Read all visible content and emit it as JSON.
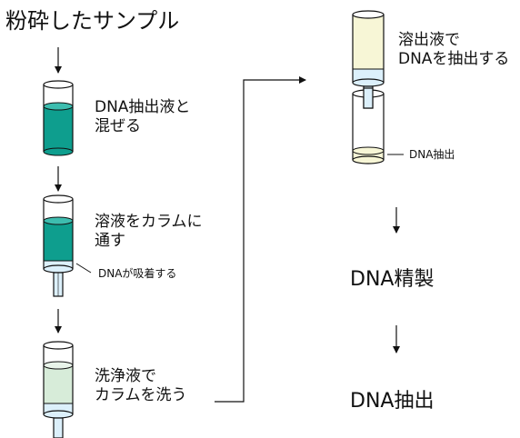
{
  "title": "粉砕したサンプル",
  "steps": [
    {
      "label": "DNA抽出液と\n混ぜる"
    },
    {
      "label": "溶液をカラムに\n通す",
      "note": "DNAが吸着する"
    },
    {
      "label": "洗浄液で\nカラムを洗う"
    },
    {
      "label": "溶出液で\nDNAを抽出する",
      "note": "DNA抽出"
    }
  ],
  "stage2": "DNA精製",
  "stage3": "DNA抽出",
  "colors": {
    "teal": "#0e9e8e",
    "light_blue": "#dcf0fb",
    "pale_green": "#d7ecd9",
    "pale_yellow": "#f7f6d6",
    "outline": "#111111"
  }
}
